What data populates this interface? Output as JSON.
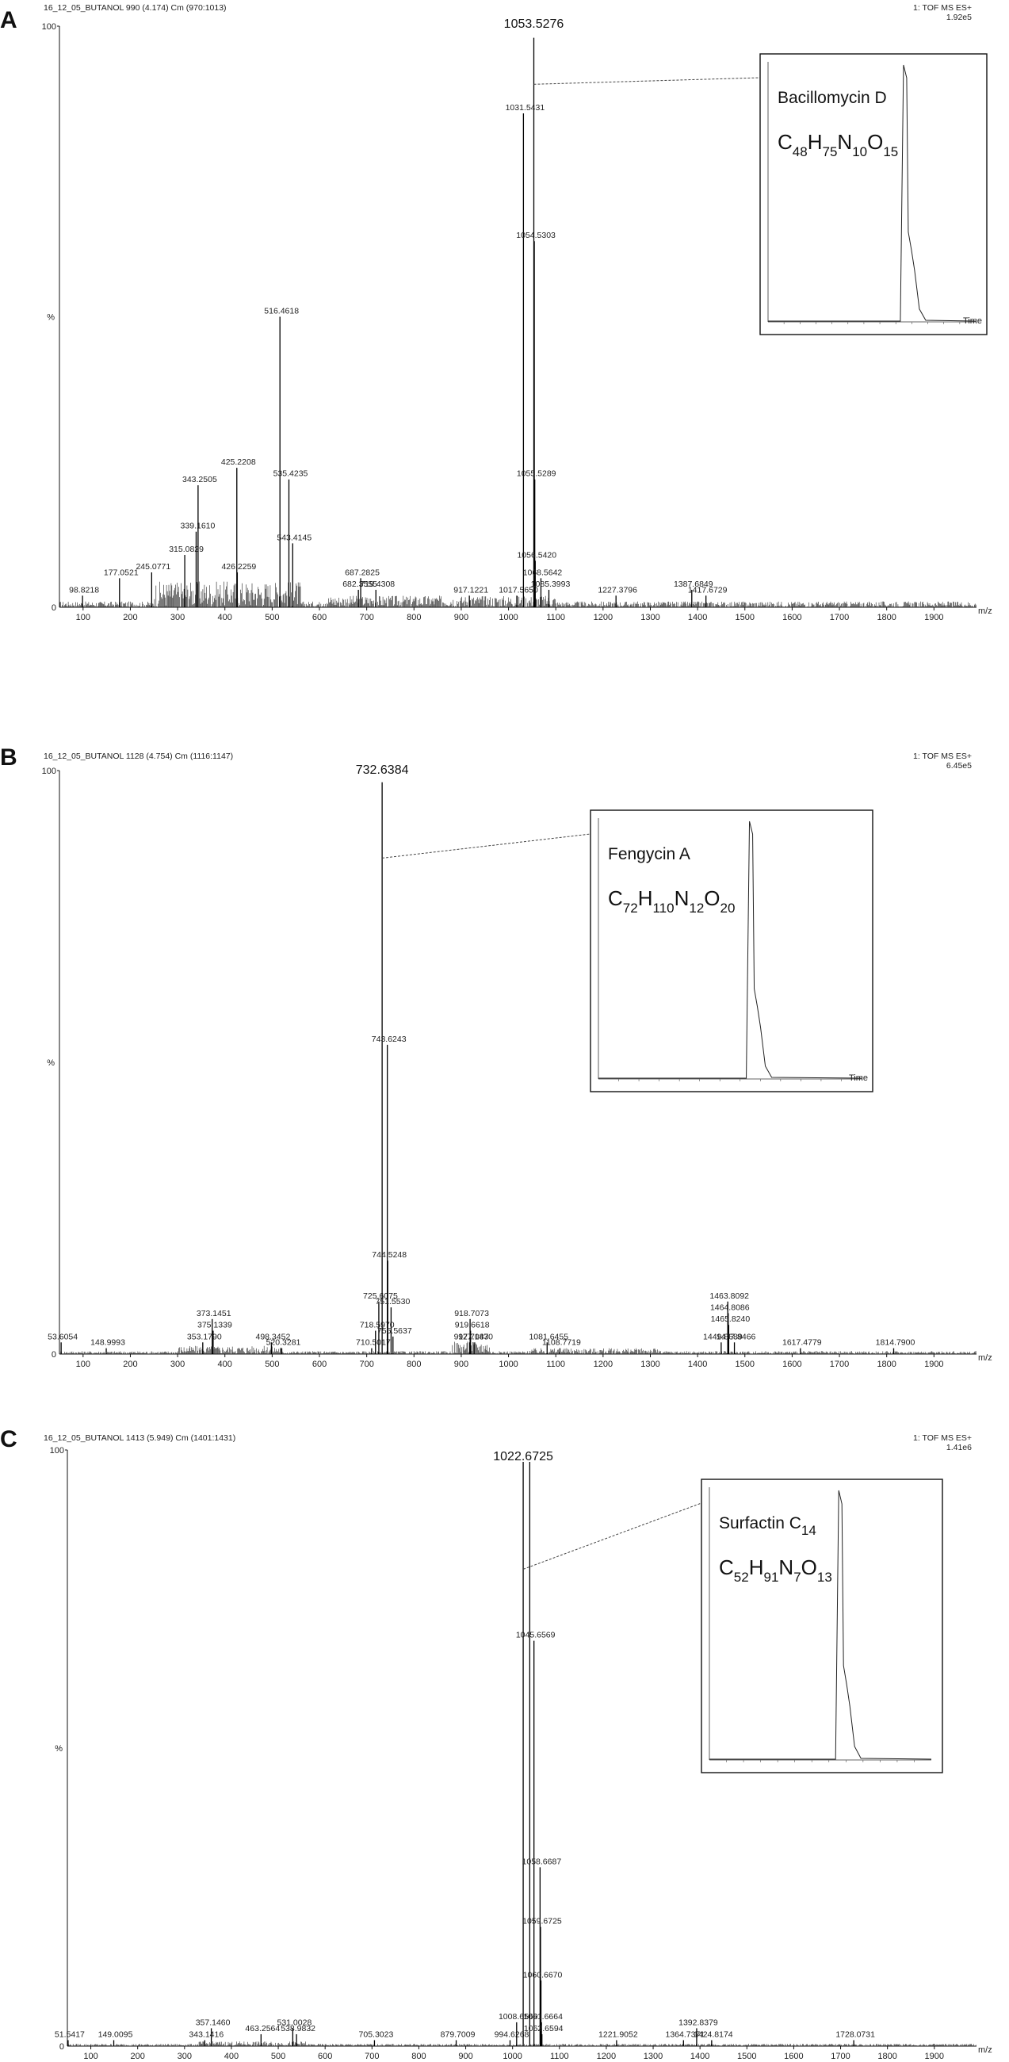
{
  "chart_data": [
    {
      "type": "line",
      "panel_letter": "A",
      "header_left": "16_12_05_BUTANOL 990 (4.174) Cm (970:1013)",
      "header_right_1": "1: TOF MS ES+",
      "header_right_2": "1.92e5",
      "y_top_label": "100",
      "y_mid_label": "%",
      "y_zero_label": "0",
      "xlabel": "m/z",
      "xlim": [
        50,
        1990
      ],
      "ylim": [
        0,
        100
      ],
      "x_ticks": [
        100,
        200,
        300,
        400,
        500,
        600,
        700,
        800,
        900,
        1000,
        1100,
        1200,
        1300,
        1400,
        1500,
        1600,
        1700,
        1800,
        1900
      ],
      "base_peak": {
        "x": 1053.5276,
        "label": "1053.5276"
      },
      "peaks": [
        {
          "x": 98.8218,
          "y": 2,
          "label": "98.8218"
        },
        {
          "x": 177.0521,
          "y": 5,
          "label": "177.0521"
        },
        {
          "x": 245.0771,
          "y": 6,
          "label": "245.0771"
        },
        {
          "x": 315.0829,
          "y": 9,
          "label": "315.0829"
        },
        {
          "x": 339.161,
          "y": 13,
          "label": "339.1610"
        },
        {
          "x": 343.2505,
          "y": 21,
          "label": "343.2505"
        },
        {
          "x": 425.2208,
          "y": 24,
          "label": "425.2208"
        },
        {
          "x": 426.2259,
          "y": 6,
          "label": "426.2259"
        },
        {
          "x": 516.4618,
          "y": 50,
          "label": "516.4618"
        },
        {
          "x": 535.4235,
          "y": 22,
          "label": "535.4235"
        },
        {
          "x": 543.4145,
          "y": 11,
          "label": "543.4145"
        },
        {
          "x": 682.3555,
          "y": 3,
          "label": "682.3555"
        },
        {
          "x": 687.2825,
          "y": 5,
          "label": "687.2825"
        },
        {
          "x": 719.4308,
          "y": 3,
          "label": "719.4308"
        },
        {
          "x": 917.1221,
          "y": 2,
          "label": "917.1221"
        },
        {
          "x": 1017.565,
          "y": 2,
          "label": "1017.5650"
        },
        {
          "x": 1031.5431,
          "y": 85,
          "label": "1031.5431"
        },
        {
          "x": 1053.5276,
          "y": 98,
          "label": ""
        },
        {
          "x": 1054.5303,
          "y": 63,
          "label": "1054.5303"
        },
        {
          "x": 1055.5289,
          "y": 22,
          "label": "1055.5289"
        },
        {
          "x": 1056.542,
          "y": 8,
          "label": "1056.5420"
        },
        {
          "x": 1068.5642,
          "y": 5,
          "label": "1068.5642"
        },
        {
          "x": 1085.3993,
          "y": 3,
          "label": "1085.3993"
        },
        {
          "x": 1227.3796,
          "y": 2,
          "label": "1227.3796"
        },
        {
          "x": 1387.6849,
          "y": 3,
          "label": "1387.6849"
        },
        {
          "x": 1417.6729,
          "y": 2,
          "label": "1417.6729"
        }
      ],
      "inset": {
        "name": "Bacillomycin D",
        "formula": [
          [
            "C",
            "48"
          ],
          [
            "H",
            "75"
          ],
          [
            "N",
            "10"
          ],
          [
            "O",
            "15"
          ]
        ],
        "xlabel": "Time"
      }
    },
    {
      "type": "line",
      "panel_letter": "B",
      "header_left": "16_12_05_BUTANOL 1128 (4.754) Cm (1116:1147)",
      "header_right_1": "1: TOF MS ES+",
      "header_right_2": "6.45e5",
      "y_top_label": "100",
      "y_mid_label": "%",
      "y_zero_label": "0",
      "xlabel": "m/z",
      "xlim": [
        50,
        1990
      ],
      "ylim": [
        0,
        100
      ],
      "x_ticks": [
        100,
        200,
        300,
        400,
        500,
        600,
        700,
        800,
        900,
        1000,
        1100,
        1200,
        1300,
        1400,
        1500,
        1600,
        1700,
        1800,
        1900
      ],
      "base_peak": {
        "x": 732.6384,
        "label": "732.6384"
      },
      "peaks": [
        {
          "x": 53.6054,
          "y": 2,
          "label": "53.6054"
        },
        {
          "x": 148.9993,
          "y": 1,
          "label": "148.9993"
        },
        {
          "x": 353.179,
          "y": 2,
          "label": "353.1790"
        },
        {
          "x": 373.1451,
          "y": 6,
          "label": "373.1451"
        },
        {
          "x": 375.1339,
          "y": 4,
          "label": "375.1339"
        },
        {
          "x": 498.3452,
          "y": 2,
          "label": "498.3452"
        },
        {
          "x": 520.3281,
          "y": 1,
          "label": "520.3281"
        },
        {
          "x": 710.5017,
          "y": 1,
          "label": "710.5017"
        },
        {
          "x": 718.597,
          "y": 4,
          "label": "718.5970"
        },
        {
          "x": 725.6075,
          "y": 9,
          "label": "725.6075"
        },
        {
          "x": 732.6384,
          "y": 98,
          "label": ""
        },
        {
          "x": 743.6243,
          "y": 53,
          "label": "743.6243"
        },
        {
          "x": 744.5248,
          "y": 16,
          "label": "744.5248"
        },
        {
          "x": 751.553,
          "y": 8,
          "label": "751.5530"
        },
        {
          "x": 755.5637,
          "y": 3,
          "label": "755.5637"
        },
        {
          "x": 917.7083,
          "y": 2,
          "label": "917.7083"
        },
        {
          "x": 918.7073,
          "y": 6,
          "label": "918.7073"
        },
        {
          "x": 919.6618,
          "y": 4,
          "label": "919.6618"
        },
        {
          "x": 927.147,
          "y": 2,
          "label": "927.1470"
        },
        {
          "x": 1081.6455,
          "y": 2,
          "label": "1081.6455"
        },
        {
          "x": 1108.7719,
          "y": 1,
          "label": "1108.7719"
        },
        {
          "x": 1449.8689,
          "y": 2,
          "label": "1449.8689"
        },
        {
          "x": 1463.8092,
          "y": 9,
          "label": "1463.8092"
        },
        {
          "x": 1464.8086,
          "y": 7,
          "label": "1464.8086"
        },
        {
          "x": 1465.824,
          "y": 5,
          "label": "1465.8240"
        },
        {
          "x": 1477.8466,
          "y": 2,
          "label": "1477.8466"
        },
        {
          "x": 1617.4779,
          "y": 1,
          "label": "1617.4779"
        },
        {
          "x": 1814.79,
          "y": 1,
          "label": "1814.7900"
        }
      ],
      "inset": {
        "name": "Fengycin A",
        "formula": [
          [
            "C",
            "72"
          ],
          [
            "H",
            "110"
          ],
          [
            "N",
            "12"
          ],
          [
            "O",
            "20"
          ]
        ],
        "xlabel": "Time"
      }
    },
    {
      "type": "line",
      "panel_letter": "C",
      "header_left": "16_12_05_BUTANOL 1413 (5.949) Cm (1401:1431)",
      "header_right_1": "1: TOF MS ES+",
      "header_right_2": "1.41e6",
      "y_top_label": "100",
      "y_mid_label": "%",
      "y_zero_label": "0",
      "xlabel": "m/z",
      "xlim": [
        50,
        1990
      ],
      "ylim": [
        0,
        100
      ],
      "x_ticks": [
        100,
        200,
        300,
        400,
        500,
        600,
        700,
        800,
        900,
        1000,
        1100,
        1200,
        1300,
        1400,
        1500,
        1600,
        1700,
        1800,
        1900
      ],
      "base_peak": {
        "x": 1022.6725,
        "label": "1022.6725"
      },
      "peaks": [
        {
          "x": 51.5417,
          "y": 1,
          "label": "51.5417"
        },
        {
          "x": 149.0095,
          "y": 1,
          "label": "149.0095"
        },
        {
          "x": 343.1416,
          "y": 1,
          "label": "343.1416"
        },
        {
          "x": 357.146,
          "y": 3,
          "label": "357.1460"
        },
        {
          "x": 463.2564,
          "y": 2,
          "label": "463.2564"
        },
        {
          "x": 531.0028,
          "y": 3,
          "label": "531.0028"
        },
        {
          "x": 538.9832,
          "y": 2,
          "label": "538.9832"
        },
        {
          "x": 705.3023,
          "y": 1,
          "label": "705.3023"
        },
        {
          "x": 879.7009,
          "y": 1,
          "label": "879.7009"
        },
        {
          "x": 994.6268,
          "y": 1,
          "label": "994.6268"
        },
        {
          "x": 1008.6569,
          "y": 4,
          "label": "1008.6569"
        },
        {
          "x": 1022.6725,
          "y": 98,
          "label": ""
        },
        {
          "x": 1036.6881,
          "y": 98,
          "label": ""
        },
        {
          "x": 1045.6569,
          "y": 68,
          "label": "1045.6569"
        },
        {
          "x": 1058.6687,
          "y": 30,
          "label": "1058.6687"
        },
        {
          "x": 1059.6725,
          "y": 20,
          "label": "1059.6725"
        },
        {
          "x": 1060.667,
          "y": 11,
          "label": "1060.6670"
        },
        {
          "x": 1061.6664,
          "y": 4,
          "label": "1061.6664"
        },
        {
          "x": 1062.6594,
          "y": 2,
          "label": "1062.6594"
        },
        {
          "x": 1221.9052,
          "y": 1,
          "label": "1221.9052"
        },
        {
          "x": 1364.7371,
          "y": 1,
          "label": "1364.7371"
        },
        {
          "x": 1392.8379,
          "y": 3,
          "label": "1392.8379"
        },
        {
          "x": 1424.8174,
          "y": 1,
          "label": "1424.8174"
        },
        {
          "x": 1728.0731,
          "y": 1,
          "label": "1728.0731"
        }
      ],
      "inset": {
        "name": "Surfactin C",
        "name_sub": "14",
        "formula": [
          [
            "C",
            "52"
          ],
          [
            "H",
            "91"
          ],
          [
            "N",
            "7"
          ],
          [
            "O",
            "13"
          ]
        ],
        "xlabel": ""
      }
    }
  ]
}
